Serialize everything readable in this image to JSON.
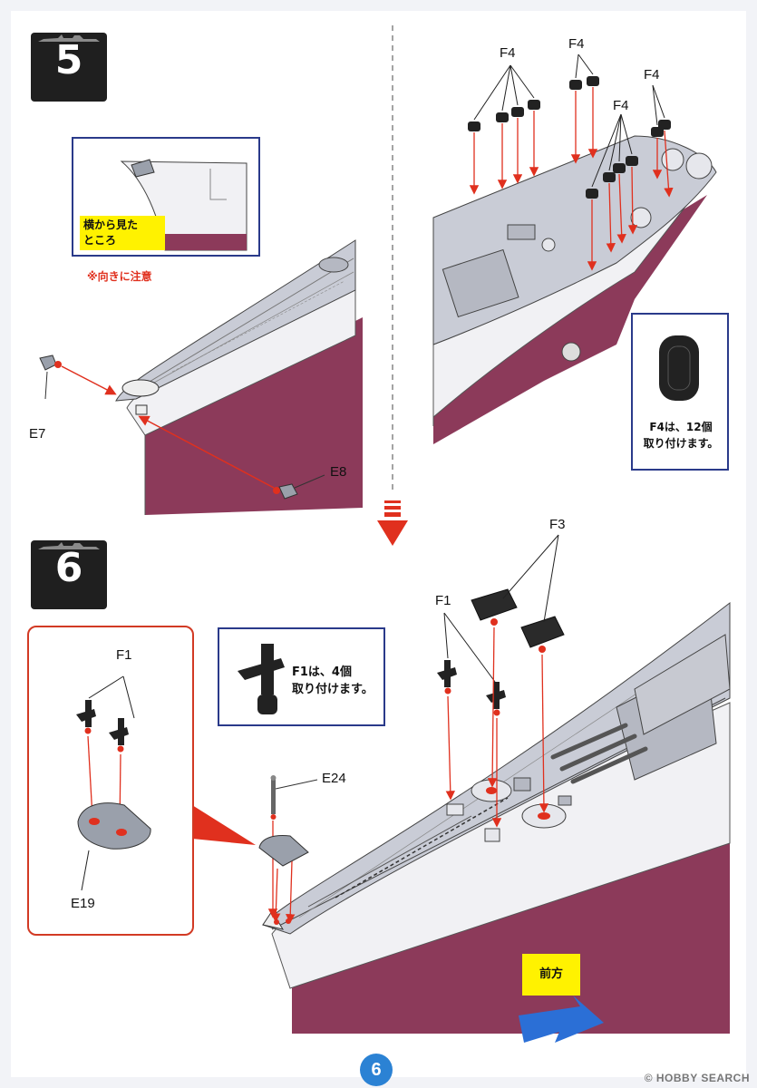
{
  "colors": {
    "hull_red": "#8c3a5a",
    "deck_gray": "#c9ccd6",
    "hull_white": "#f1f1f4",
    "arrow_red": "#e0301e",
    "detail_red": "#d23a24",
    "box_blue": "#2a3a8a",
    "tag_yellow": "#fff200",
    "direction_blue": "#2b6fd6"
  },
  "step5": {
    "number": "5",
    "side_view_tag": "横から見たところ",
    "side_view_tag_line1": "横から見た",
    "side_view_tag_line2": "ところ",
    "orientation_note": "※向きに注意",
    "parts": {
      "e7": "E7",
      "e8": "E8",
      "f4_a": "F4",
      "f4_b": "F4",
      "f4_c": "F4",
      "f4_d": "F4"
    },
    "f4_note_line1": "F4は、12個",
    "f4_note_line2": "取り付けます。"
  },
  "step6": {
    "number": "6",
    "parts": {
      "f1_detail": "F1",
      "e19": "E19",
      "e24": "E24",
      "f1": "F1",
      "f3": "F3"
    },
    "f1_note_line1": "F1は、4個",
    "f1_note_line2": "取り付けます。",
    "front_label": "前方"
  },
  "footer": {
    "page_number": "6",
    "watermark": "© HOBBY SEARCH"
  }
}
